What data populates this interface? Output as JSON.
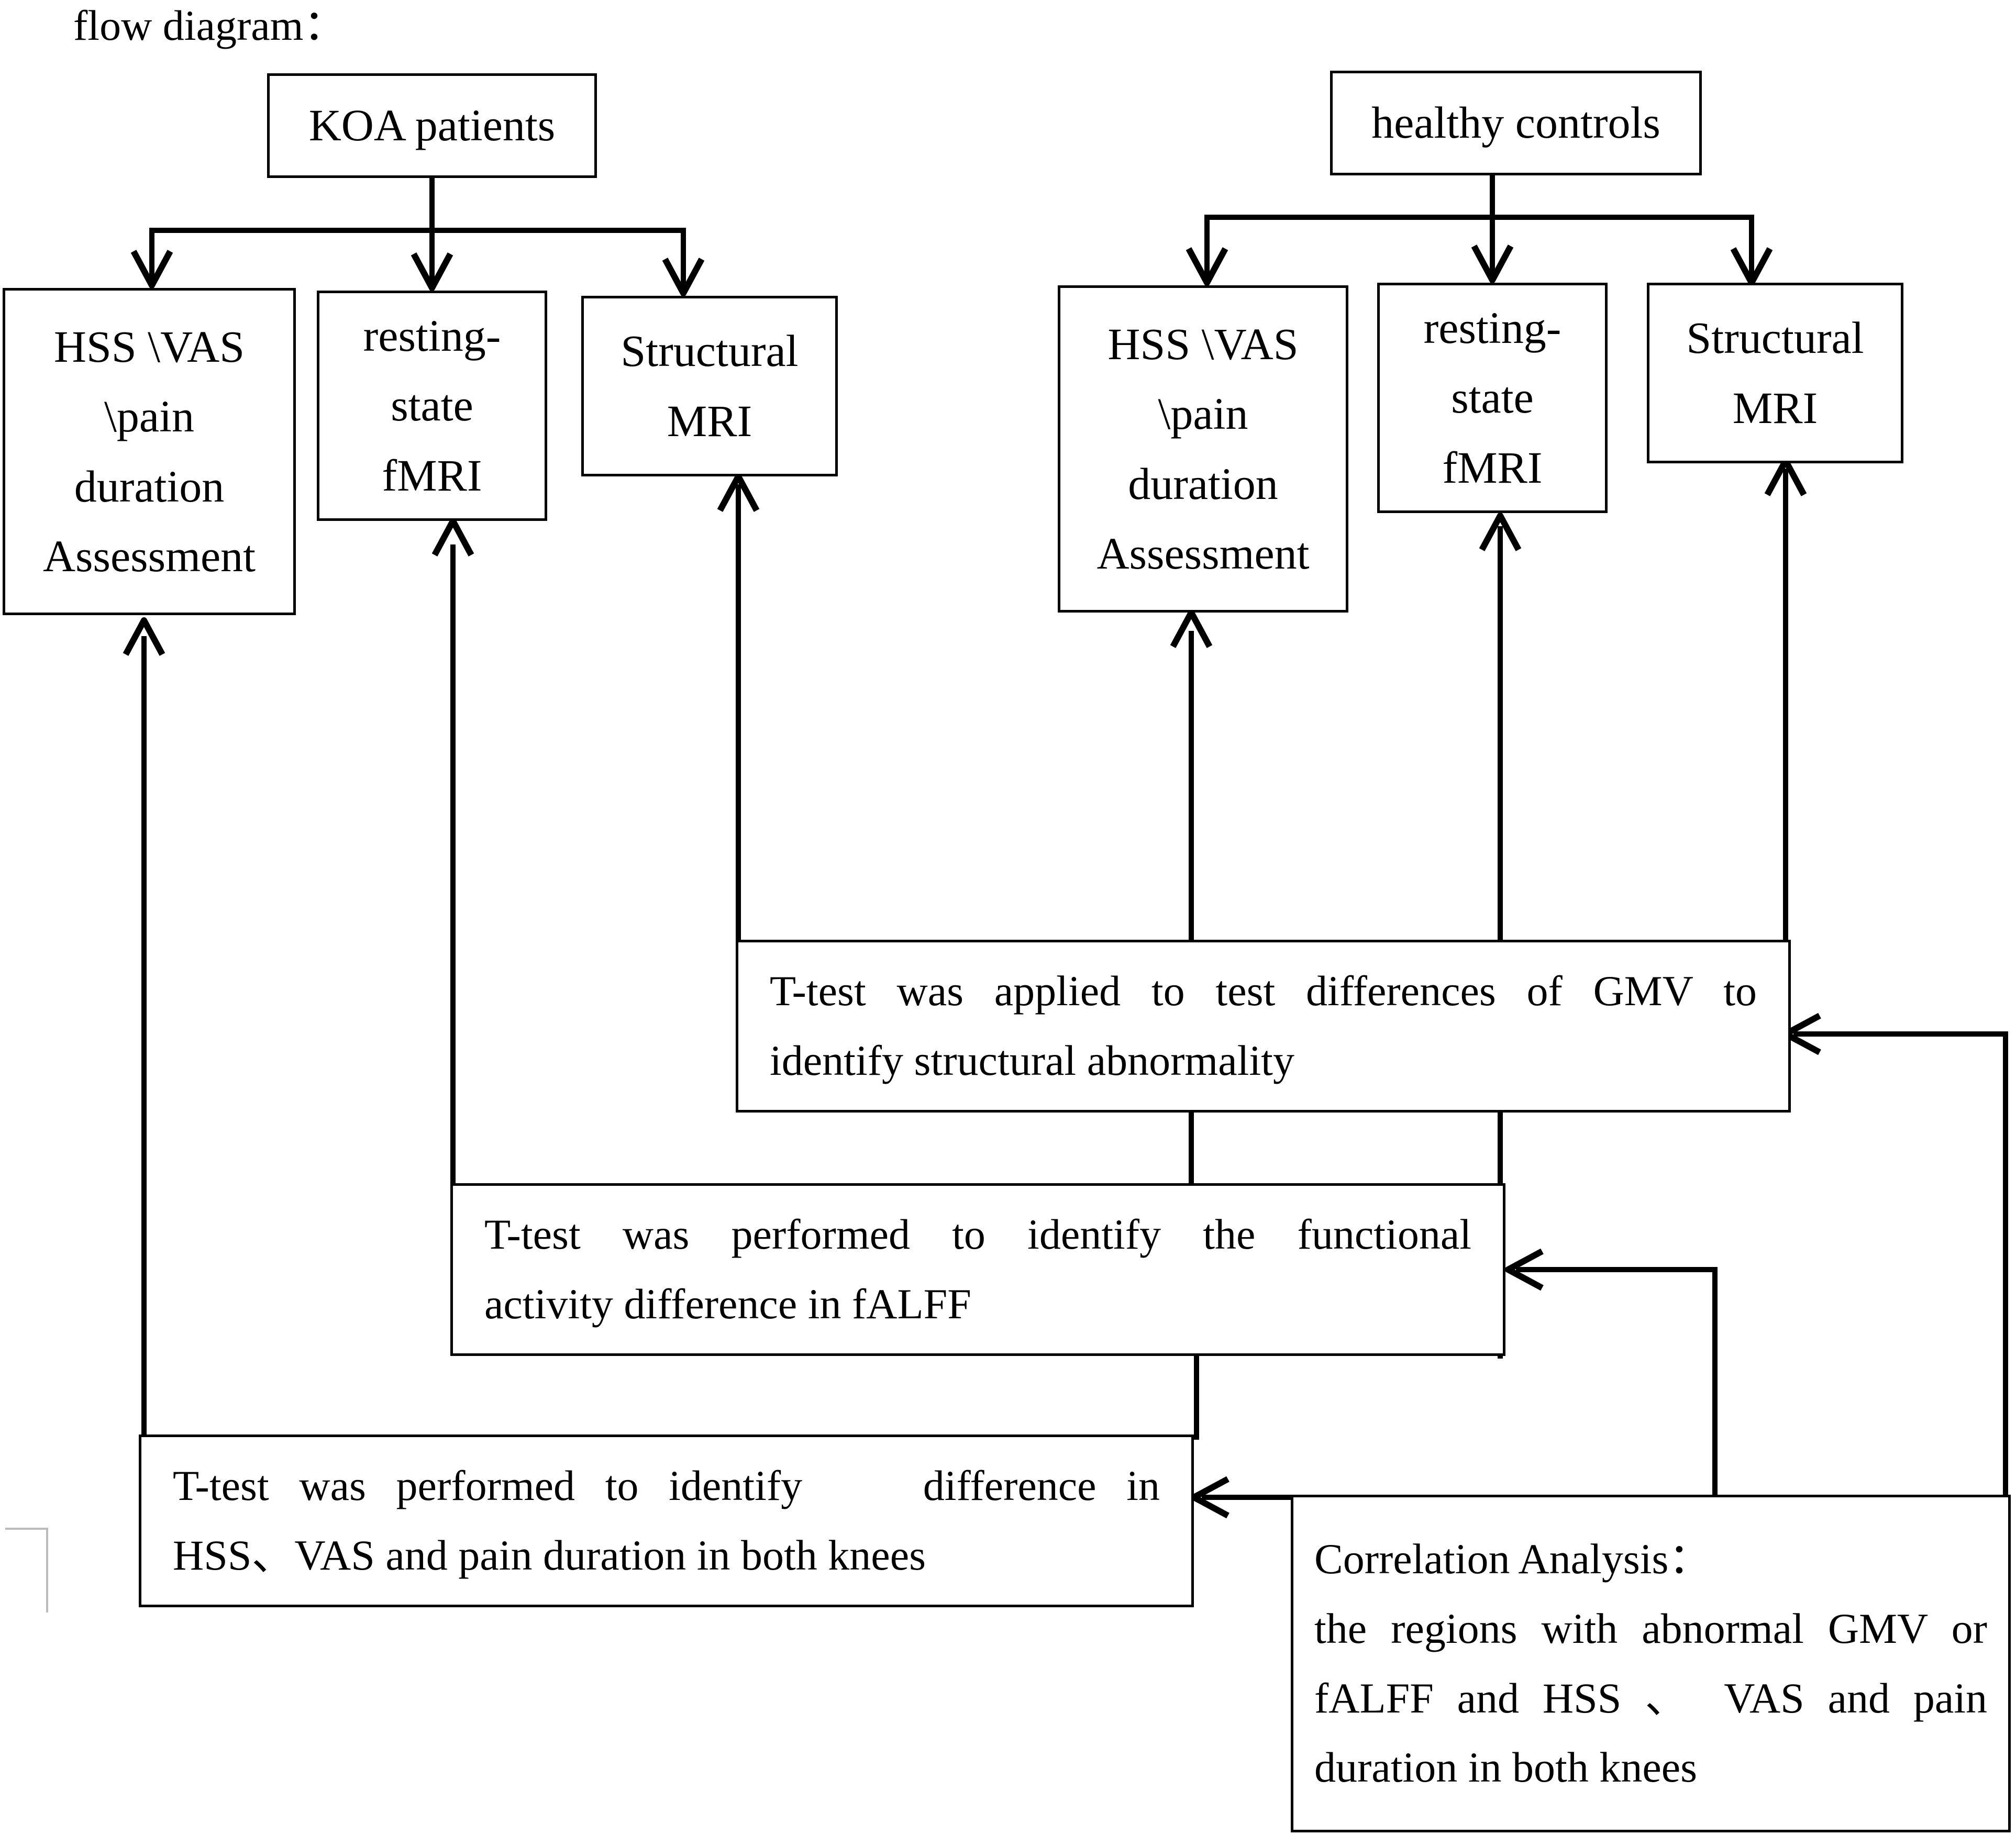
{
  "title": "flow diagram：",
  "groups": {
    "patients": {
      "label": "KOA patients",
      "assessment": [
        "HSS \\VAS",
        "\\pain",
        "duration",
        "Assessment"
      ],
      "fmri": [
        "resting-",
        "state",
        "fMRI"
      ],
      "smri": [
        "Structural",
        "MRI"
      ]
    },
    "controls": {
      "label": "healthy controls",
      "assessment": [
        "HSS \\VAS",
        "\\pain",
        "duration",
        "Assessment"
      ],
      "fmri": [
        "resting-",
        "state",
        "fMRI"
      ],
      "smri": [
        "Structural",
        "MRI"
      ]
    }
  },
  "analyses": {
    "gmv": [
      "T-test was applied to test differences of GMV to",
      "identify structural abnormality"
    ],
    "falff": [
      "T-test was performed to identify the functional",
      "activity difference in fALFF"
    ],
    "clinical": [
      "T-test was performed to identify    difference in",
      "HSS、VAS and pain duration in both knees"
    ],
    "correlation": [
      "Correlation Analysis：",
      "the regions with abnormal GMV or",
      "fALFF and HSS 、 VAS and pain",
      "duration in both knees"
    ]
  }
}
